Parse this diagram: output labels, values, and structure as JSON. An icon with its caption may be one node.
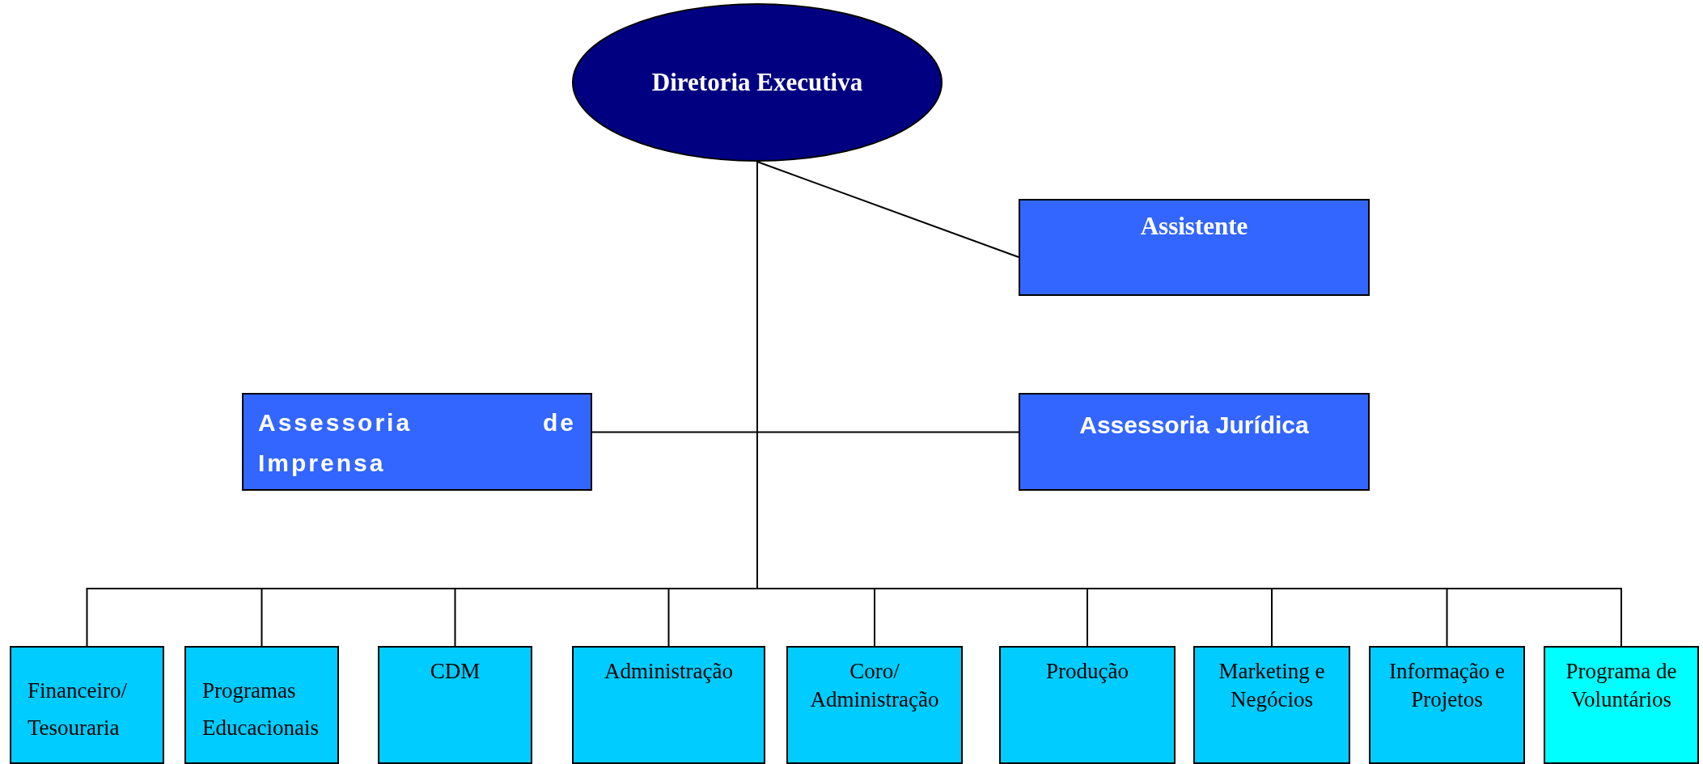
{
  "diagram": {
    "nodes": [
      {
        "text": [
          "Diretoria Executiva"
        ]
      },
      {
        "text": [
          "Assistente"
        ]
      },
      {
        "text": [
          "Assessoria de Imprensa"
        ]
      },
      {
        "text": [
          "Assessoria Jurídica"
        ]
      },
      {
        "text": [
          "Financeiro/ Tesouraria"
        ]
      },
      {
        "text": [
          "Programas Educacionais"
        ]
      },
      {
        "text": [
          "CDM"
        ]
      },
      {
        "text": [
          "Administração"
        ]
      },
      {
        "text": [
          "Coro/ Administração"
        ]
      },
      {
        "text": [
          "Produção"
        ]
      },
      {
        "text": [
          "Marketing e Negócios"
        ]
      },
      {
        "text": [
          "Informação e Projetos"
        ]
      },
      {
        "text": [
          "Programa de Voluntários"
        ]
      }
    ],
    "edges": [
      {
        "from": 0,
        "to": 1,
        "arrow": "none"
      },
      {
        "from": 0,
        "to": 2,
        "arrow": "none"
      },
      {
        "from": 0,
        "to": 3,
        "arrow": "none"
      },
      {
        "from": 0,
        "to": 4,
        "arrow": "none"
      },
      {
        "from": 0,
        "to": 5,
        "arrow": "none"
      },
      {
        "from": 0,
        "to": 6,
        "arrow": "none"
      },
      {
        "from": 0,
        "to": 7,
        "arrow": "none"
      },
      {
        "from": 0,
        "to": 8,
        "arrow": "none"
      },
      {
        "from": 0,
        "to": 9,
        "arrow": "none"
      },
      {
        "from": 0,
        "to": 10,
        "arrow": "none"
      },
      {
        "from": 0,
        "to": 11,
        "arrow": "none"
      },
      {
        "from": 0,
        "to": 12,
        "arrow": "none"
      }
    ]
  }
}
